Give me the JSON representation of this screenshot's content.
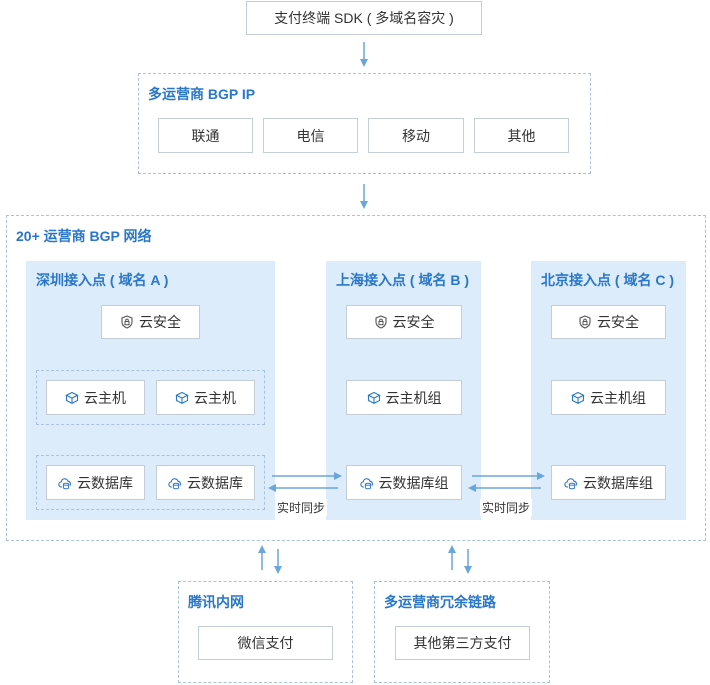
{
  "sdk": {
    "label": "支付终端 SDK ( 多域名容灾 )"
  },
  "bgp_ip": {
    "title": "多运营商 BGP IP",
    "carriers": [
      "联通",
      "电信",
      "移动",
      "其他"
    ]
  },
  "network": {
    "title": "20+ 运营商 BGP 网络",
    "sites": [
      {
        "title": "深圳接入点 ( 域名 A )",
        "security": "云安全",
        "hosts": [
          "云主机",
          "云主机"
        ],
        "dbs": [
          "云数据库",
          "云数据库"
        ]
      },
      {
        "title": "上海接入点 ( 域名 B )",
        "security": "云安全",
        "host_group": "云主机组",
        "db_group": "云数据库组"
      },
      {
        "title": "北京接入点 ( 域名 C )",
        "security": "云安全",
        "host_group": "云主机组",
        "db_group": "云数据库组"
      }
    ],
    "sync_labels": [
      "实时同步",
      "实时同步"
    ]
  },
  "tencent": {
    "title": "腾讯内网",
    "item": "微信支付"
  },
  "redundant": {
    "title": "多运营商冗余链路",
    "item": "其他第三方支付"
  },
  "colors": {
    "accent": "#2a77c9",
    "arrow": "#6aa5db",
    "panel": "#dcecfb",
    "dashed": "#a9c3de"
  },
  "icons": {
    "security": "shield-lock-icon",
    "host": "cloud-server-icon",
    "db": "cloud-database-icon"
  }
}
